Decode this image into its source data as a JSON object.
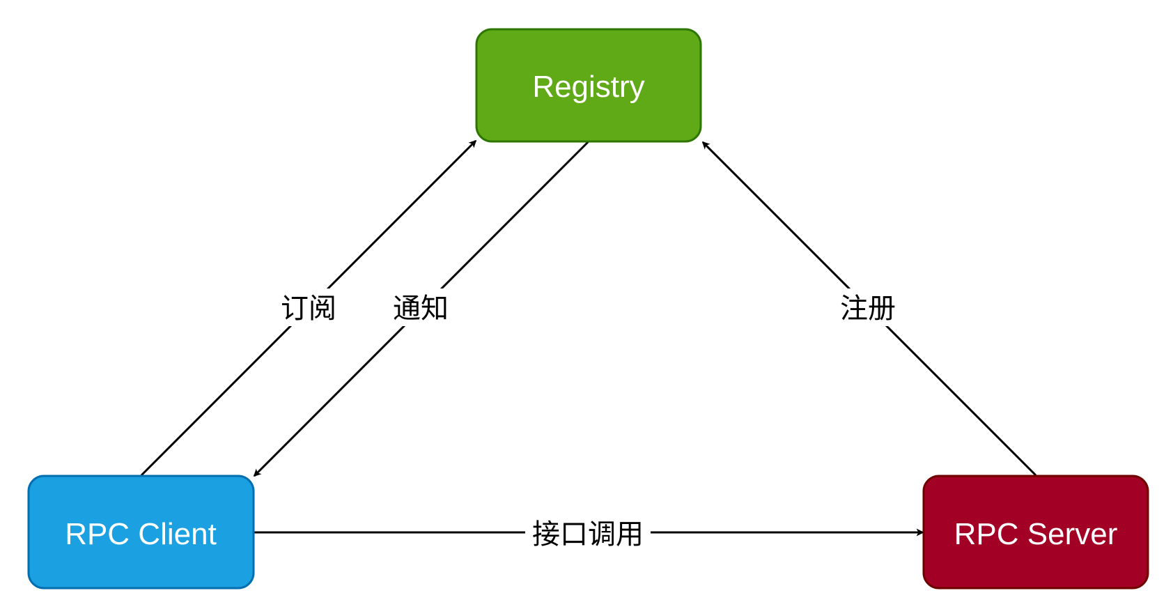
{
  "nodes": {
    "registry": {
      "label": "Registry",
      "fill": "#60a917",
      "stroke": "#2d7600"
    },
    "client": {
      "label": "RPC Client",
      "fill": "#1ba1e2",
      "stroke": "#006eaf"
    },
    "server": {
      "label": "RPC Server",
      "fill": "#a20025",
      "stroke": "#6f0000"
    }
  },
  "edges": {
    "subscribe": {
      "label": "订阅",
      "from": "RPC Client",
      "to": "Registry"
    },
    "notify": {
      "label": "通知",
      "from": "Registry",
      "to": "RPC Client"
    },
    "register": {
      "label": "注册",
      "from": "RPC Server",
      "to": "Registry"
    },
    "invoke": {
      "label": "接口调用",
      "from": "RPC Client",
      "to": "RPC Server"
    }
  }
}
